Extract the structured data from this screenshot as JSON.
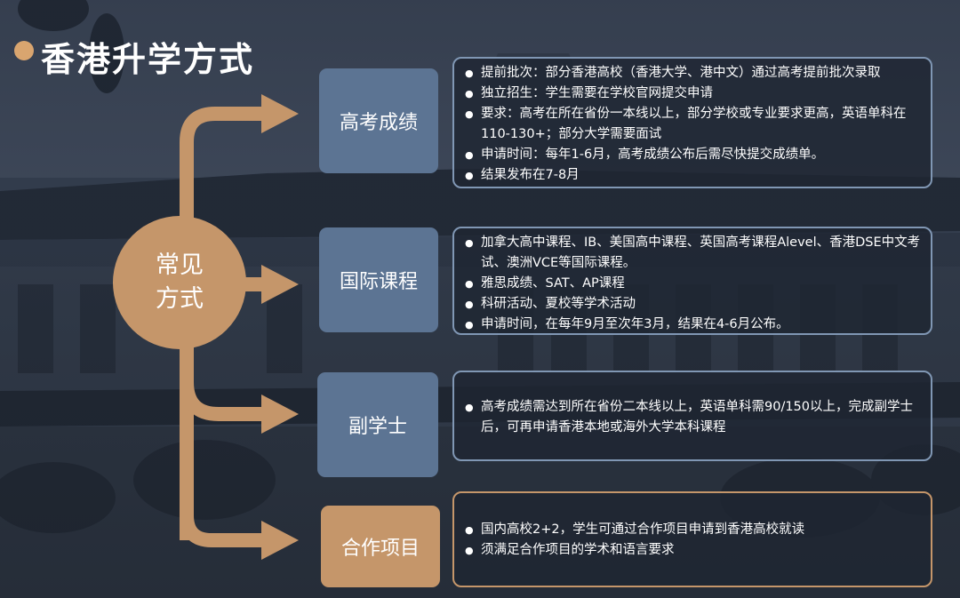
{
  "title": "香港升学方式",
  "hub": {
    "line1": "常见",
    "line2": "方式"
  },
  "colors": {
    "accent": "#c5966a",
    "box_blue": "#5c7493",
    "border_blue": "#8097b4",
    "bg": "#2b3442"
  },
  "routes": [
    {
      "label": "高考成绩",
      "points": [
        "提前批次：部分香港高校（香港大学、港中文）通过高考提前批次录取",
        "独立招生：学生需要在学校官网提交申请",
        "要求：高考在所在省份一本线以上，部分学校或专业要求更高，英语单科在110-130+；部分大学需要面试",
        "申请时间：每年1-6月，高考成绩公布后需尽快提交成绩单。",
        "结果发布在7-8月"
      ]
    },
    {
      "label": "国际课程",
      "points": [
        "加拿大高中课程、IB、美国高中课程、英国高考课程Alevel、香港DSE中文考试、澳洲VCE等国际课程。",
        "雅思成绩、SAT、AP课程",
        "科研活动、夏校等学术活动",
        "申请时间，在每年9月至次年3月，结果在4-6月公布。"
      ]
    },
    {
      "label": "副学士",
      "points": [
        "高考成绩需达到所在省份二本线以上，英语单科需90/150以上，完成副学士后，可再申请香港本地或海外大学本科课程"
      ]
    },
    {
      "label": "合作项目",
      "points": [
        "国内高校2+2，学生可通过合作项目申请到香港高校就读",
        "须满足合作项目的学术和语言要求"
      ]
    }
  ]
}
